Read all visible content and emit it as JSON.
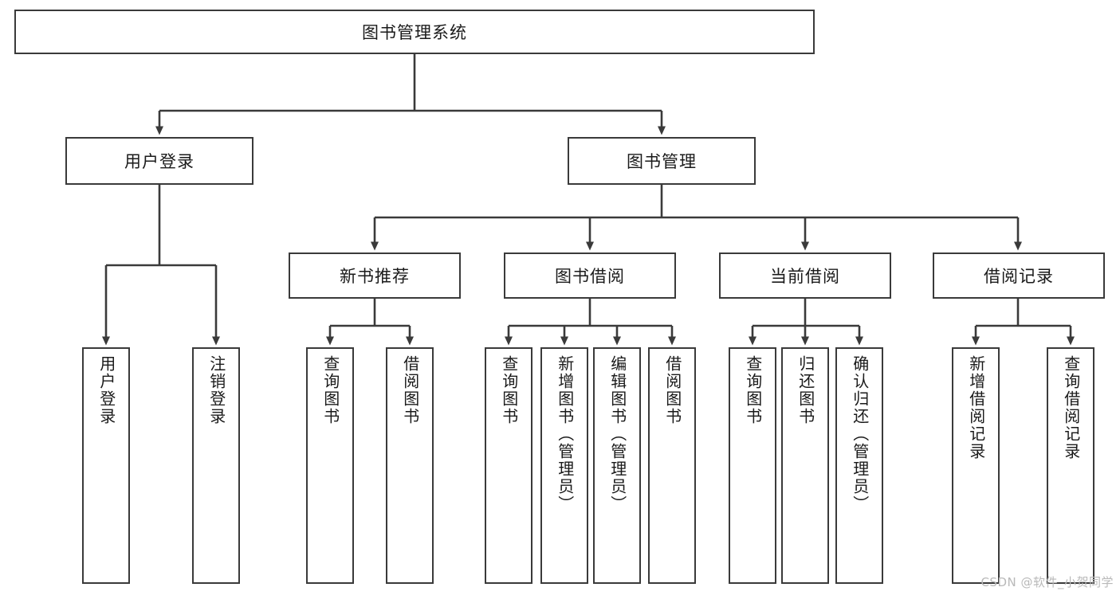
{
  "diagram": {
    "type": "tree",
    "title": "图书管理系统",
    "orientation": "top-down",
    "colors": {
      "box_border": "#3a3a3a",
      "box_fill": "#ffffff",
      "connector": "#3a3a3a",
      "text": "#1a1a1a",
      "watermark": "#b9b9b9"
    },
    "root": {
      "label": "图书管理系统"
    },
    "level2": [
      {
        "label": "用户登录"
      },
      {
        "label": "图书管理"
      }
    ],
    "level3": [
      {
        "label": "新书推荐"
      },
      {
        "label": "图书借阅"
      },
      {
        "label": "当前借阅"
      },
      {
        "label": "借阅记录"
      }
    ],
    "leaves": {
      "user_login": [
        {
          "label": "用户登录"
        },
        {
          "label": "注销登录"
        }
      ],
      "new_book": [
        {
          "label": "查询图书"
        },
        {
          "label": "借阅图书"
        }
      ],
      "borrow": [
        {
          "label": "查询图书"
        },
        {
          "label": "新增图书（管理员）"
        },
        {
          "label": "编辑图书（管理员）"
        },
        {
          "label": "借阅图书"
        }
      ],
      "current": [
        {
          "label": "查询图书"
        },
        {
          "label": "归还图书"
        },
        {
          "label": "确认归还（管理员）"
        }
      ],
      "records": [
        {
          "label": "新增借阅记录"
        },
        {
          "label": "查询借阅记录"
        }
      ]
    },
    "watermark": "CSDN @软件_小贺同学"
  }
}
